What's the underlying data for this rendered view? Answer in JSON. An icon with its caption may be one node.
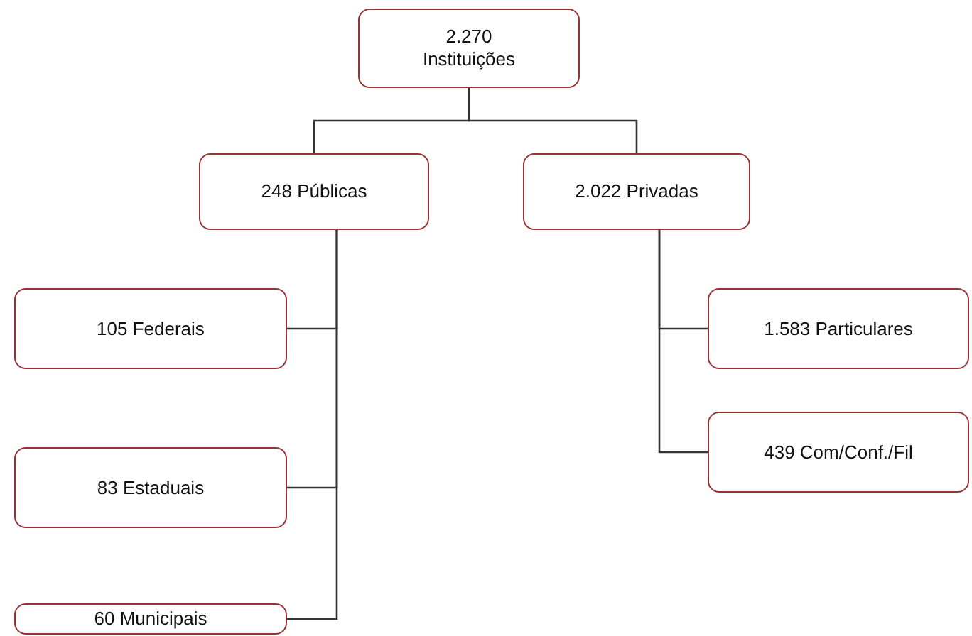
{
  "diagram": {
    "nodes": [
      {
        "text": [
          "2.270 Instituições"
        ]
      },
      {
        "text": [
          "248 Públicas"
        ]
      },
      {
        "text": [
          "2.022 Privadas"
        ]
      },
      {
        "text": [
          "105 Federais"
        ]
      },
      {
        "text": [
          "83 Estaduais"
        ]
      },
      {
        "text": [
          "60 Municipais"
        ]
      },
      {
        "text": [
          "1.583 Particulares"
        ]
      },
      {
        "text": [
          "439 Com/Conf./Fil"
        ]
      }
    ],
    "edges": [
      {
        "from": 0,
        "to": 1,
        "arrow": "none"
      },
      {
        "from": 0,
        "to": 2,
        "arrow": "none"
      },
      {
        "from": 1,
        "to": 3,
        "arrow": "none"
      },
      {
        "from": 1,
        "to": 4,
        "arrow": "none"
      },
      {
        "from": 1,
        "to": 5,
        "arrow": "none"
      },
      {
        "from": 2,
        "to": 6,
        "arrow": "none"
      },
      {
        "from": 2,
        "to": 7,
        "arrow": "none"
      }
    ]
  }
}
